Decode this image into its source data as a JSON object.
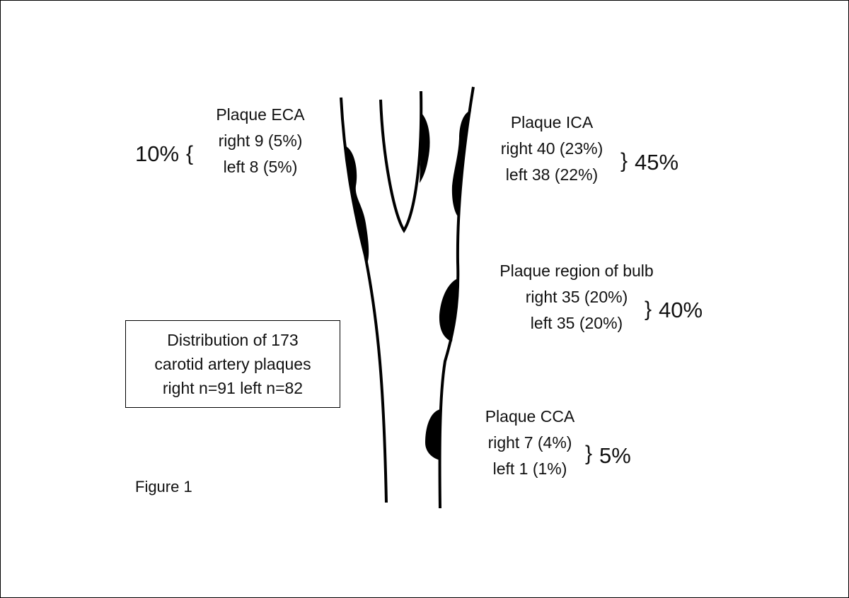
{
  "eca": {
    "title": "Plaque ECA",
    "right": "right 9 (5%)",
    "left": "left 8 (5%)",
    "total": "10%",
    "brace": "{"
  },
  "ica": {
    "title": "Plaque ICA",
    "right": "right 40 (23%)",
    "left": "left 38 (22%)",
    "total": "45%",
    "brace": "}"
  },
  "bulb": {
    "title": "Plaque region of bulb",
    "right": "right 35 (20%)",
    "left": "left 35 (20%)",
    "total": "40%",
    "brace": "}"
  },
  "cca": {
    "title": "Plaque CCA",
    "right": "right 7 (4%)",
    "left": "left 1 (1%)",
    "total": "5%",
    "brace": "}"
  },
  "summary": {
    "line1": "Distribution of 173",
    "line2": "carotid artery plaques",
    "line3": "right n=91   left n=82"
  },
  "figure_label": "Figure 1",
  "colors": {
    "vessel": "#000000",
    "plaque": "#000000",
    "text": "#111111"
  }
}
